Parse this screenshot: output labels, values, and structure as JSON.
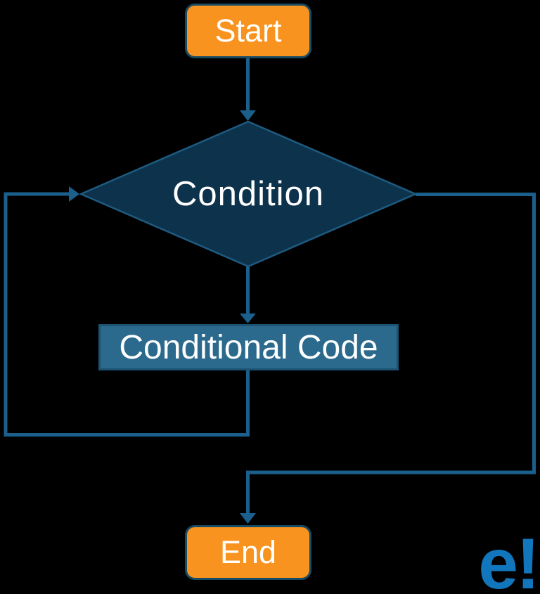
{
  "diagram": {
    "type": "flowchart",
    "topic": "while/do-while loop control flow",
    "background_color": "#000000",
    "connector_color": "#1b5f8c",
    "nodes": [
      {
        "id": "start",
        "label": "Start",
        "shape": "rounded-rectangle",
        "fill": "#f7931e",
        "border_color": "#174a63",
        "text_color": "#ffffff"
      },
      {
        "id": "condition",
        "label": "Condition",
        "shape": "diamond",
        "fill": "#0d334c",
        "border_color": "#1e5a80",
        "text_color": "#ffffff"
      },
      {
        "id": "conditional-code",
        "label": "Conditional Code",
        "shape": "rectangle",
        "fill": "#2b6a8c",
        "border_color": "#1c5272",
        "text_color": "#ffffff"
      },
      {
        "id": "end",
        "label": "End",
        "shape": "rounded-rectangle",
        "fill": "#f7931e",
        "border_color": "#174a63",
        "text_color": "#ffffff"
      }
    ],
    "edges": [
      {
        "from": "start",
        "to": "condition",
        "style": "straight-down-arrow"
      },
      {
        "from": "condition",
        "to": "conditional-code",
        "style": "straight-down-arrow"
      },
      {
        "from": "conditional-code",
        "to": "condition",
        "style": "loop-left-back-arrow"
      },
      {
        "from": "condition",
        "to": "end",
        "style": "loop-right-down-arrow"
      }
    ]
  },
  "logo": {
    "text": "e!",
    "color": "#1276bc"
  }
}
